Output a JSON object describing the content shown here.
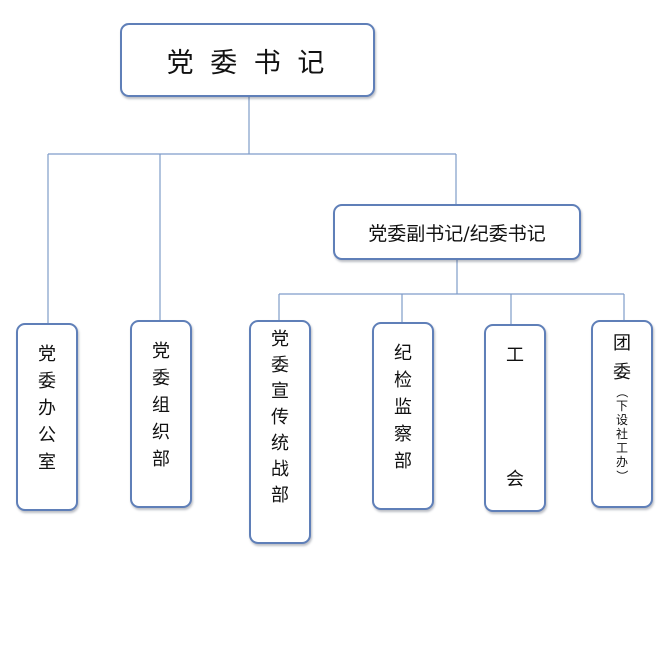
{
  "root": {
    "label": "党 委 书 记"
  },
  "deputy": {
    "label": "党委副书记/纪委书记"
  },
  "departments": [
    {
      "id": "office",
      "chars": [
        "党",
        "委",
        "办",
        "公",
        "室"
      ]
    },
    {
      "id": "organization",
      "chars": [
        "党",
        "委",
        "组",
        "织",
        "部"
      ]
    },
    {
      "id": "propaganda",
      "chars": [
        "党",
        "委",
        "宣",
        "传",
        "统",
        "战",
        "部"
      ]
    },
    {
      "id": "discipline",
      "chars": [
        "纪",
        "检",
        "监",
        "察",
        "部"
      ]
    },
    {
      "id": "union",
      "chars": [
        "工",
        "会"
      ]
    },
    {
      "id": "youth-league",
      "chars": [
        "团",
        "委"
      ],
      "note_chars": [
        "（",
        "下",
        "设",
        "社",
        "工",
        "办",
        "）"
      ]
    }
  ],
  "colors": {
    "border": "#5f7fb8",
    "line": "#7f9cc9"
  }
}
